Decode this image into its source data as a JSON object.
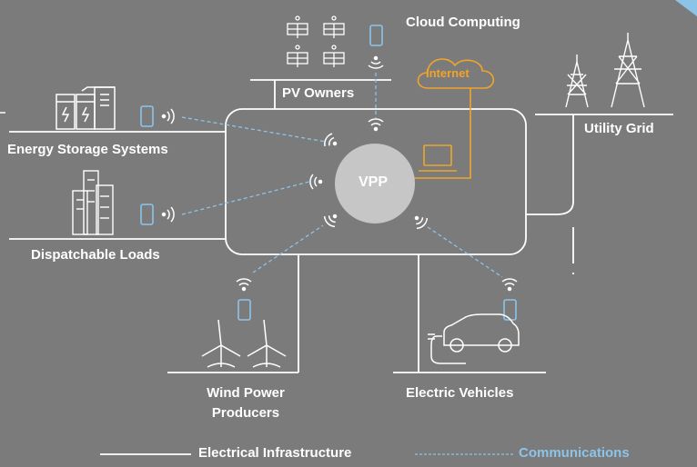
{
  "labels": {
    "cloud": "Cloud Computing",
    "internet": "Internet",
    "pv_owners": "PV Owners",
    "utility_grid": "Utility Grid",
    "energy_storage": "Energy Storage Systems",
    "dispatchable_loads": "Dispatchable Loads",
    "vpp": "VPP",
    "wind_line1": "Wind Power",
    "wind_line2": "Producers",
    "electric_vehicles": "Electric Vehicles"
  },
  "legend": {
    "electrical": "Electrical Infrastructure",
    "communications": "Communications"
  },
  "colors": {
    "background": "#7b7b7c",
    "line": "#ffffff",
    "comm": "#8cc4e8",
    "internet": "#f0a52a",
    "vpp_circle": "#c6c6c6"
  },
  "icons": [
    "solar-panel-icon",
    "phone-icon",
    "wifi-icon",
    "cloud-icon",
    "laptop-icon",
    "transmission-tower-icon",
    "battery-storage-icon",
    "buildings-icon",
    "wind-turbine-icon",
    "electric-car-icon"
  ]
}
